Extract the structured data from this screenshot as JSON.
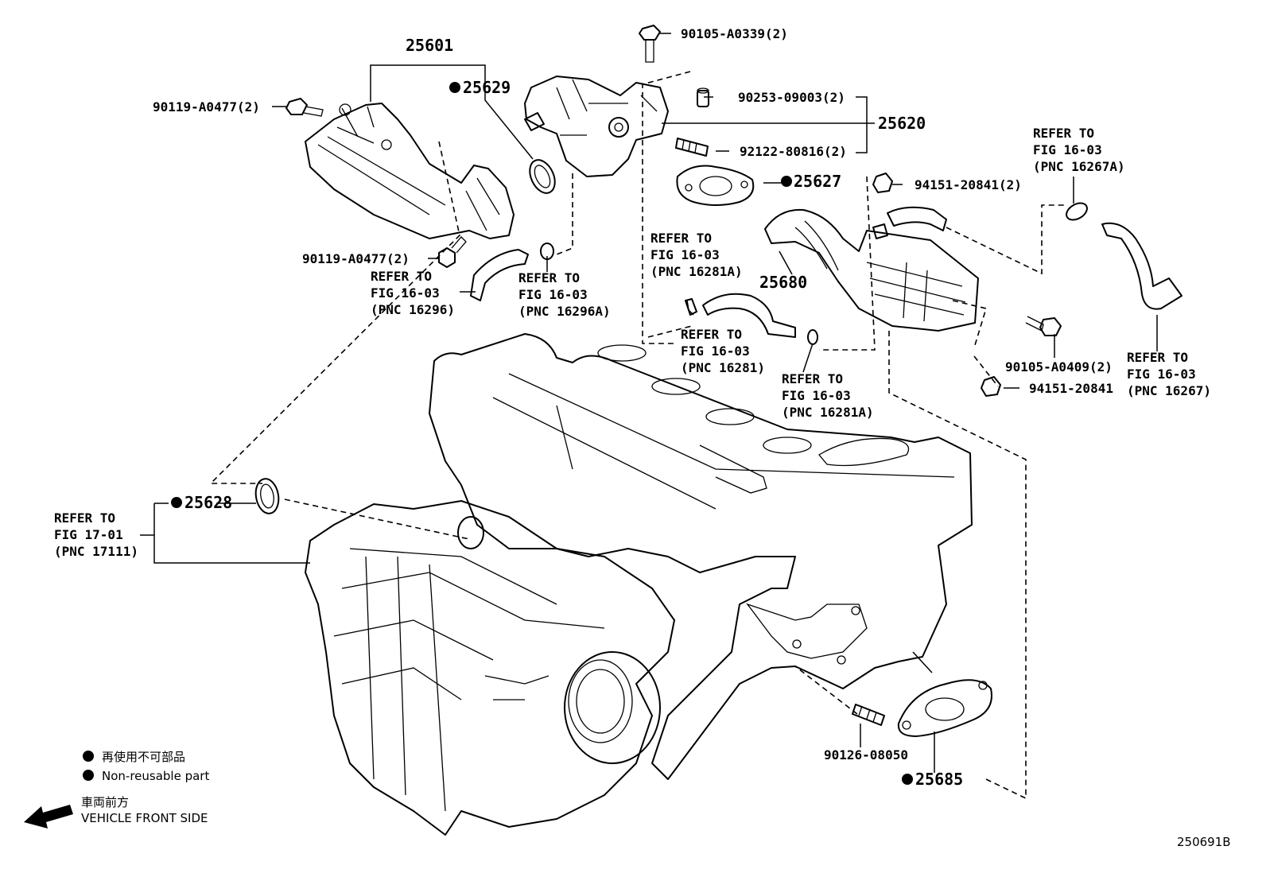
{
  "labels": {
    "p25601": "25601",
    "p25629": "25629",
    "p25620": "25620",
    "p25627": "25627",
    "p25680": "25680",
    "p25628": "25628",
    "p25685": "25685",
    "b90119a": "90119-A0477(2)",
    "b90119b": "90119-A0477(2)",
    "b90105top": "90105-A0339(2)",
    "b90253": "90253-09003(2)",
    "b92122": "92122-80816(2)",
    "b94151a": "94151-20841(2)",
    "b90105r": "90105-A0409(2)",
    "b94151b": "94151-20841",
    "b90126": "90126-08050"
  },
  "refs": {
    "r16296": [
      "REFER TO",
      "FIG 16-03",
      "(PNC 16296)"
    ],
    "r16296a": [
      "REFER TO",
      "FIG 16-03",
      "(PNC 16296A)"
    ],
    "r16281a_left": [
      "REFER TO",
      "FIG 16-03",
      "(PNC 16281A)"
    ],
    "r16281": [
      "REFER TO",
      "FIG 16-03",
      "(PNC 16281)"
    ],
    "r16281a_mid": [
      "REFER TO",
      "FIG 16-03",
      "(PNC 16281A)"
    ],
    "r16267a": [
      "REFER TO",
      "FIG 16-03",
      "(PNC 16267A)"
    ],
    "r16267": [
      "REFER TO",
      "FIG 16-03",
      "(PNC 16267)"
    ],
    "r17111": [
      "REFER TO",
      "FIG 17-01",
      "(PNC 17111)"
    ]
  },
  "legend": {
    "nonreusable_jp": "再使用不可部品",
    "nonreusable_en": "Non-reusable part",
    "front_jp": "車両前方",
    "front_en": "VEHICLE FRONT SIDE"
  },
  "figure_id": "250691B"
}
